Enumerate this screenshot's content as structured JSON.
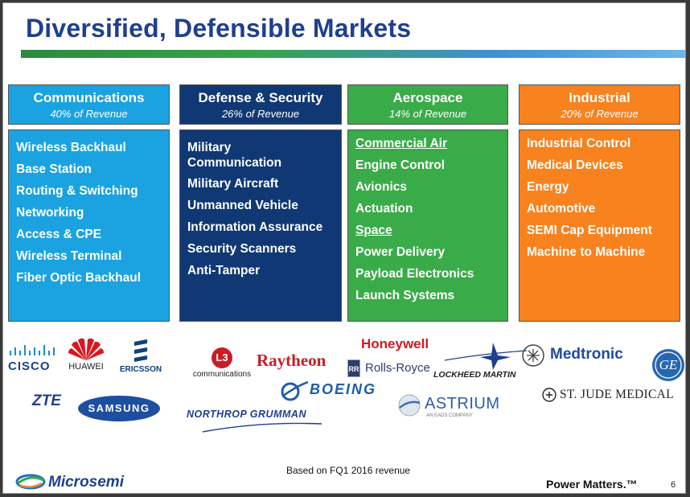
{
  "title": "Diversified, Defensible Markets",
  "colors": {
    "title": "#1f3f8f",
    "communications": "#1aa3e0",
    "defense": "#103874",
    "aerospace": "#3aab49",
    "industrial": "#f7821e"
  },
  "columns": [
    {
      "name": "Communications",
      "revenue": "40% of Revenue",
      "items": [
        "Wireless Backhaul",
        "Base Station",
        "Routing & Switching",
        "Networking",
        "Access & CPE",
        "Wireless Terminal",
        "Fiber Optic Backhaul"
      ]
    },
    {
      "name": "Defense & Security",
      "revenue": "26% of Revenue",
      "items": [
        "Military Communication",
        "Military Aircraft",
        "Unmanned Vehicle",
        "Information Assurance",
        "Security Scanners",
        "Anti-Tamper"
      ]
    },
    {
      "name": "Aerospace",
      "revenue": "14% of Revenue",
      "items": [
        "Commercial Air",
        "Engine Control",
        "Avionics",
        "Actuation",
        "Space",
        "Power Delivery",
        "Payload Electronics",
        "Launch Systems"
      ]
    },
    {
      "name": "Industrial",
      "revenue": "20% of Revenue",
      "items": [
        "Industrial Control",
        "Medical Devices",
        "Energy",
        "Automotive",
        "SEMI Cap Equipment",
        "Machine to Machine"
      ]
    }
  ],
  "logos": {
    "cisco": "CISCO",
    "huawei": "HUAWEI",
    "ericsson": "ERICSSON",
    "zte": "ZTE",
    "samsung": "SAMSUNG",
    "l3_mark": "L3",
    "l3": "communications",
    "raytheon": "Raytheon",
    "northrop": "NORTHROP GRUMMAN",
    "honeywell": "Honeywell",
    "rolls_royce": "Rolls-Royce",
    "boeing": "BOEING",
    "lockheed": "LOCKHEED MARTIN",
    "astrium": "ASTRIUM",
    "astrium_sub": "AN EADS COMPANY",
    "medtronic": "Medtronic",
    "ge": "GE",
    "stjude": "ST. JUDE MEDICAL",
    "microsemi": "Microsemi"
  },
  "footer": {
    "note": "Based on FQ1 2016 revenue",
    "tagline": "Power Matters.™",
    "page": "6"
  }
}
